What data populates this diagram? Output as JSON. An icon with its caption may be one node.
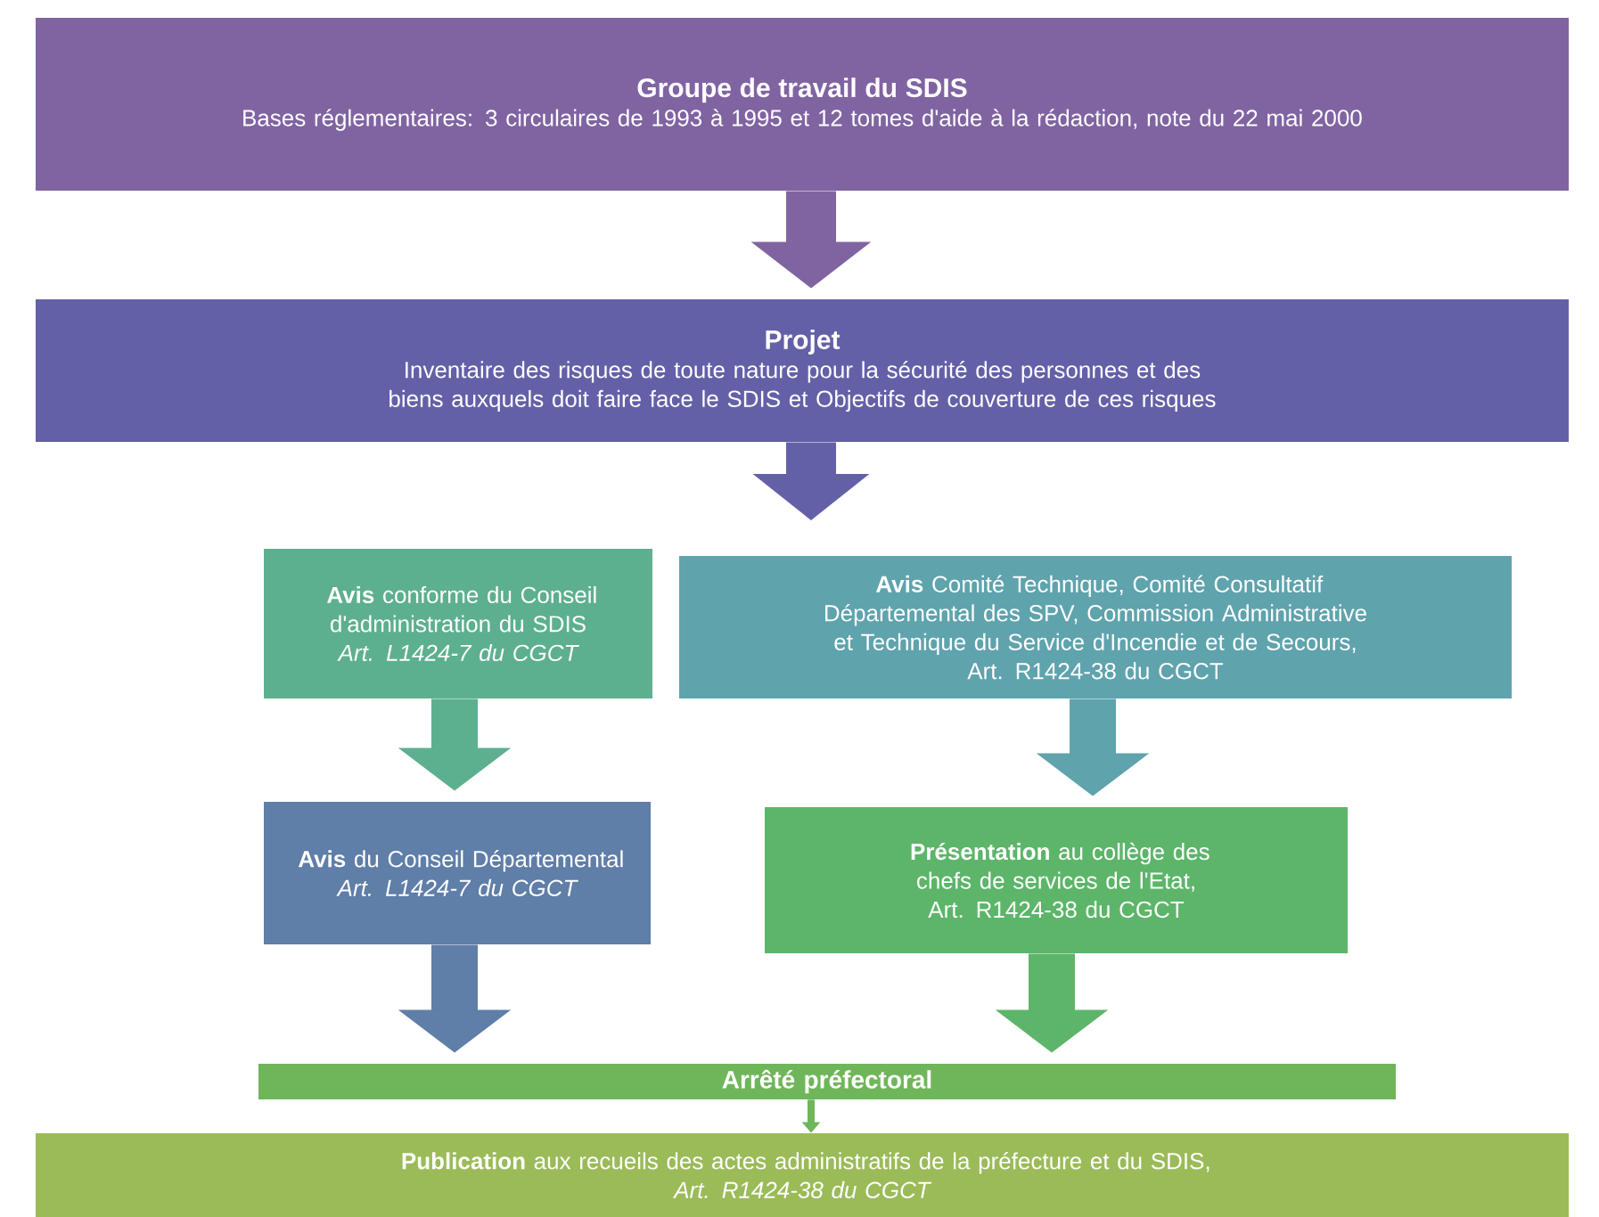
{
  "diagram": {
    "nodes": [
      {
        "text": [
          "Groupe de travail du SDIS",
          "Bases réglementaires: 3 circulaires de 1993 à 1995 et 12 tomes d'aide à la rédaction, note du 22 mai 2000"
        ]
      },
      {
        "text": [
          "Projet",
          "Inventaire des risques de toute nature pour la sécurité des personnes et des biens auxquels doit faire face le SDIS et Objectifs de couverture de ces risques"
        ]
      },
      {
        "text": [
          "**Avis** conforme du Conseil d'administration du SDIS",
          "Art. L1424-7 du CGCT"
        ]
      },
      {
        "text": [
          "**Avis** Comité Technique, Comité Consultatif Départemental des SPV, Commission Administrative et Technique du Service d'Incendie et de Secours,",
          "Art. R1424-38 du CGCT"
        ]
      },
      {
        "text": [
          "**Avis** du Conseil Départemental",
          "Art. L1424-7 du CGCT"
        ]
      },
      {
        "text": [
          "**Présentation** au collège des chefs de services de l'Etat,",
          "Art. R1424-38 du CGCT"
        ]
      },
      {
        "text": [
          "Arrêté préfectoral"
        ]
      },
      {
        "text": [
          "**Publication** aux recueils des actes administratifs de la préfecture et du SDIS,",
          "Art. R1424-38 du CGCT"
        ]
      }
    ],
    "edges": [
      {
        "from": 0,
        "to": 1,
        "arrow": "to",
        "color": "#8064a2"
      },
      {
        "from": 1,
        "to": null,
        "arrow": "to",
        "color": "#6460a8"
      },
      {
        "from": 2,
        "to": 4,
        "arrow": "to",
        "color": "#5db08f"
      },
      {
        "from": 3,
        "to": 5,
        "arrow": "to",
        "color": "#5fa3ad"
      },
      {
        "from": 4,
        "to": 6,
        "arrow": "to",
        "color": "#5f7ea8"
      },
      {
        "from": 5,
        "to": 6,
        "arrow": "to",
        "color": "#5db56a"
      },
      {
        "from": 6,
        "to": 7,
        "arrow": "to",
        "color": "#6fb65a"
      }
    ]
  }
}
